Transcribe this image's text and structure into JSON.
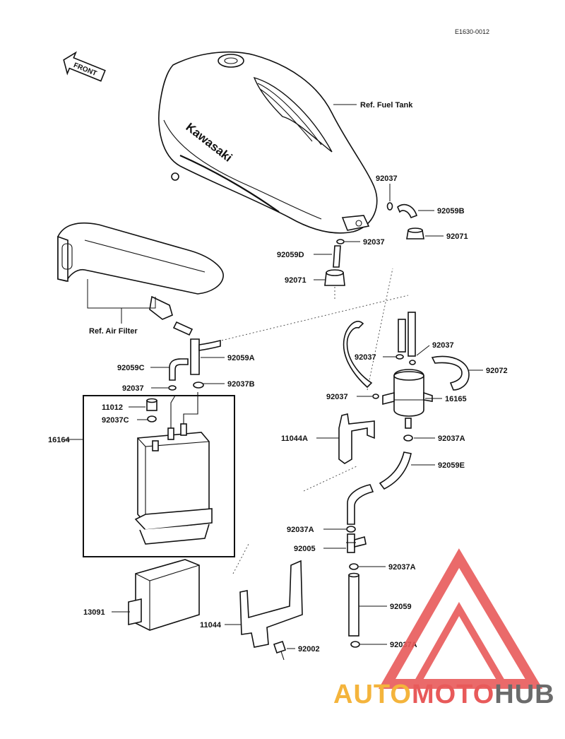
{
  "diagram_code": "E1630-0012",
  "front_label": "FRONT",
  "tank_brand": "Kawasaki",
  "references": {
    "fuel_tank": "Ref. Fuel Tank",
    "air_filter": "Ref. Air Filter"
  },
  "labels": {
    "p92037_a": "92037",
    "p92059B": "92059B",
    "p92037_b": "92037",
    "p92071_a": "92071",
    "p92059D": "92059D",
    "p92071_b": "92071",
    "p92059A": "92059A",
    "p92059C": "92059C",
    "p92037B": "92037B",
    "p92037_c": "92037",
    "p11012": "11012",
    "p92037C": "92037C",
    "p16164": "16164",
    "p92037_d": "92037",
    "p92037_e": "92037",
    "p92072": "92072",
    "p92037_f": "92037",
    "p16165": "16165",
    "p11044A": "11044A",
    "p92037A_a": "92037A",
    "p92059E": "92059E",
    "p92037A_b": "92037A",
    "p92005": "92005",
    "p92037A_c": "92037A",
    "p92059": "92059",
    "p13091": "13091",
    "p11044": "11044",
    "p92002": "92002",
    "p92037A_d": "92037A"
  },
  "watermark": {
    "part1": "AUTO",
    "part2": "MOTO",
    "part3": "HUB",
    "color_red": "#e85a5a",
    "color_orange": "#f4b43c",
    "color_gray": "#6b6b6b"
  }
}
